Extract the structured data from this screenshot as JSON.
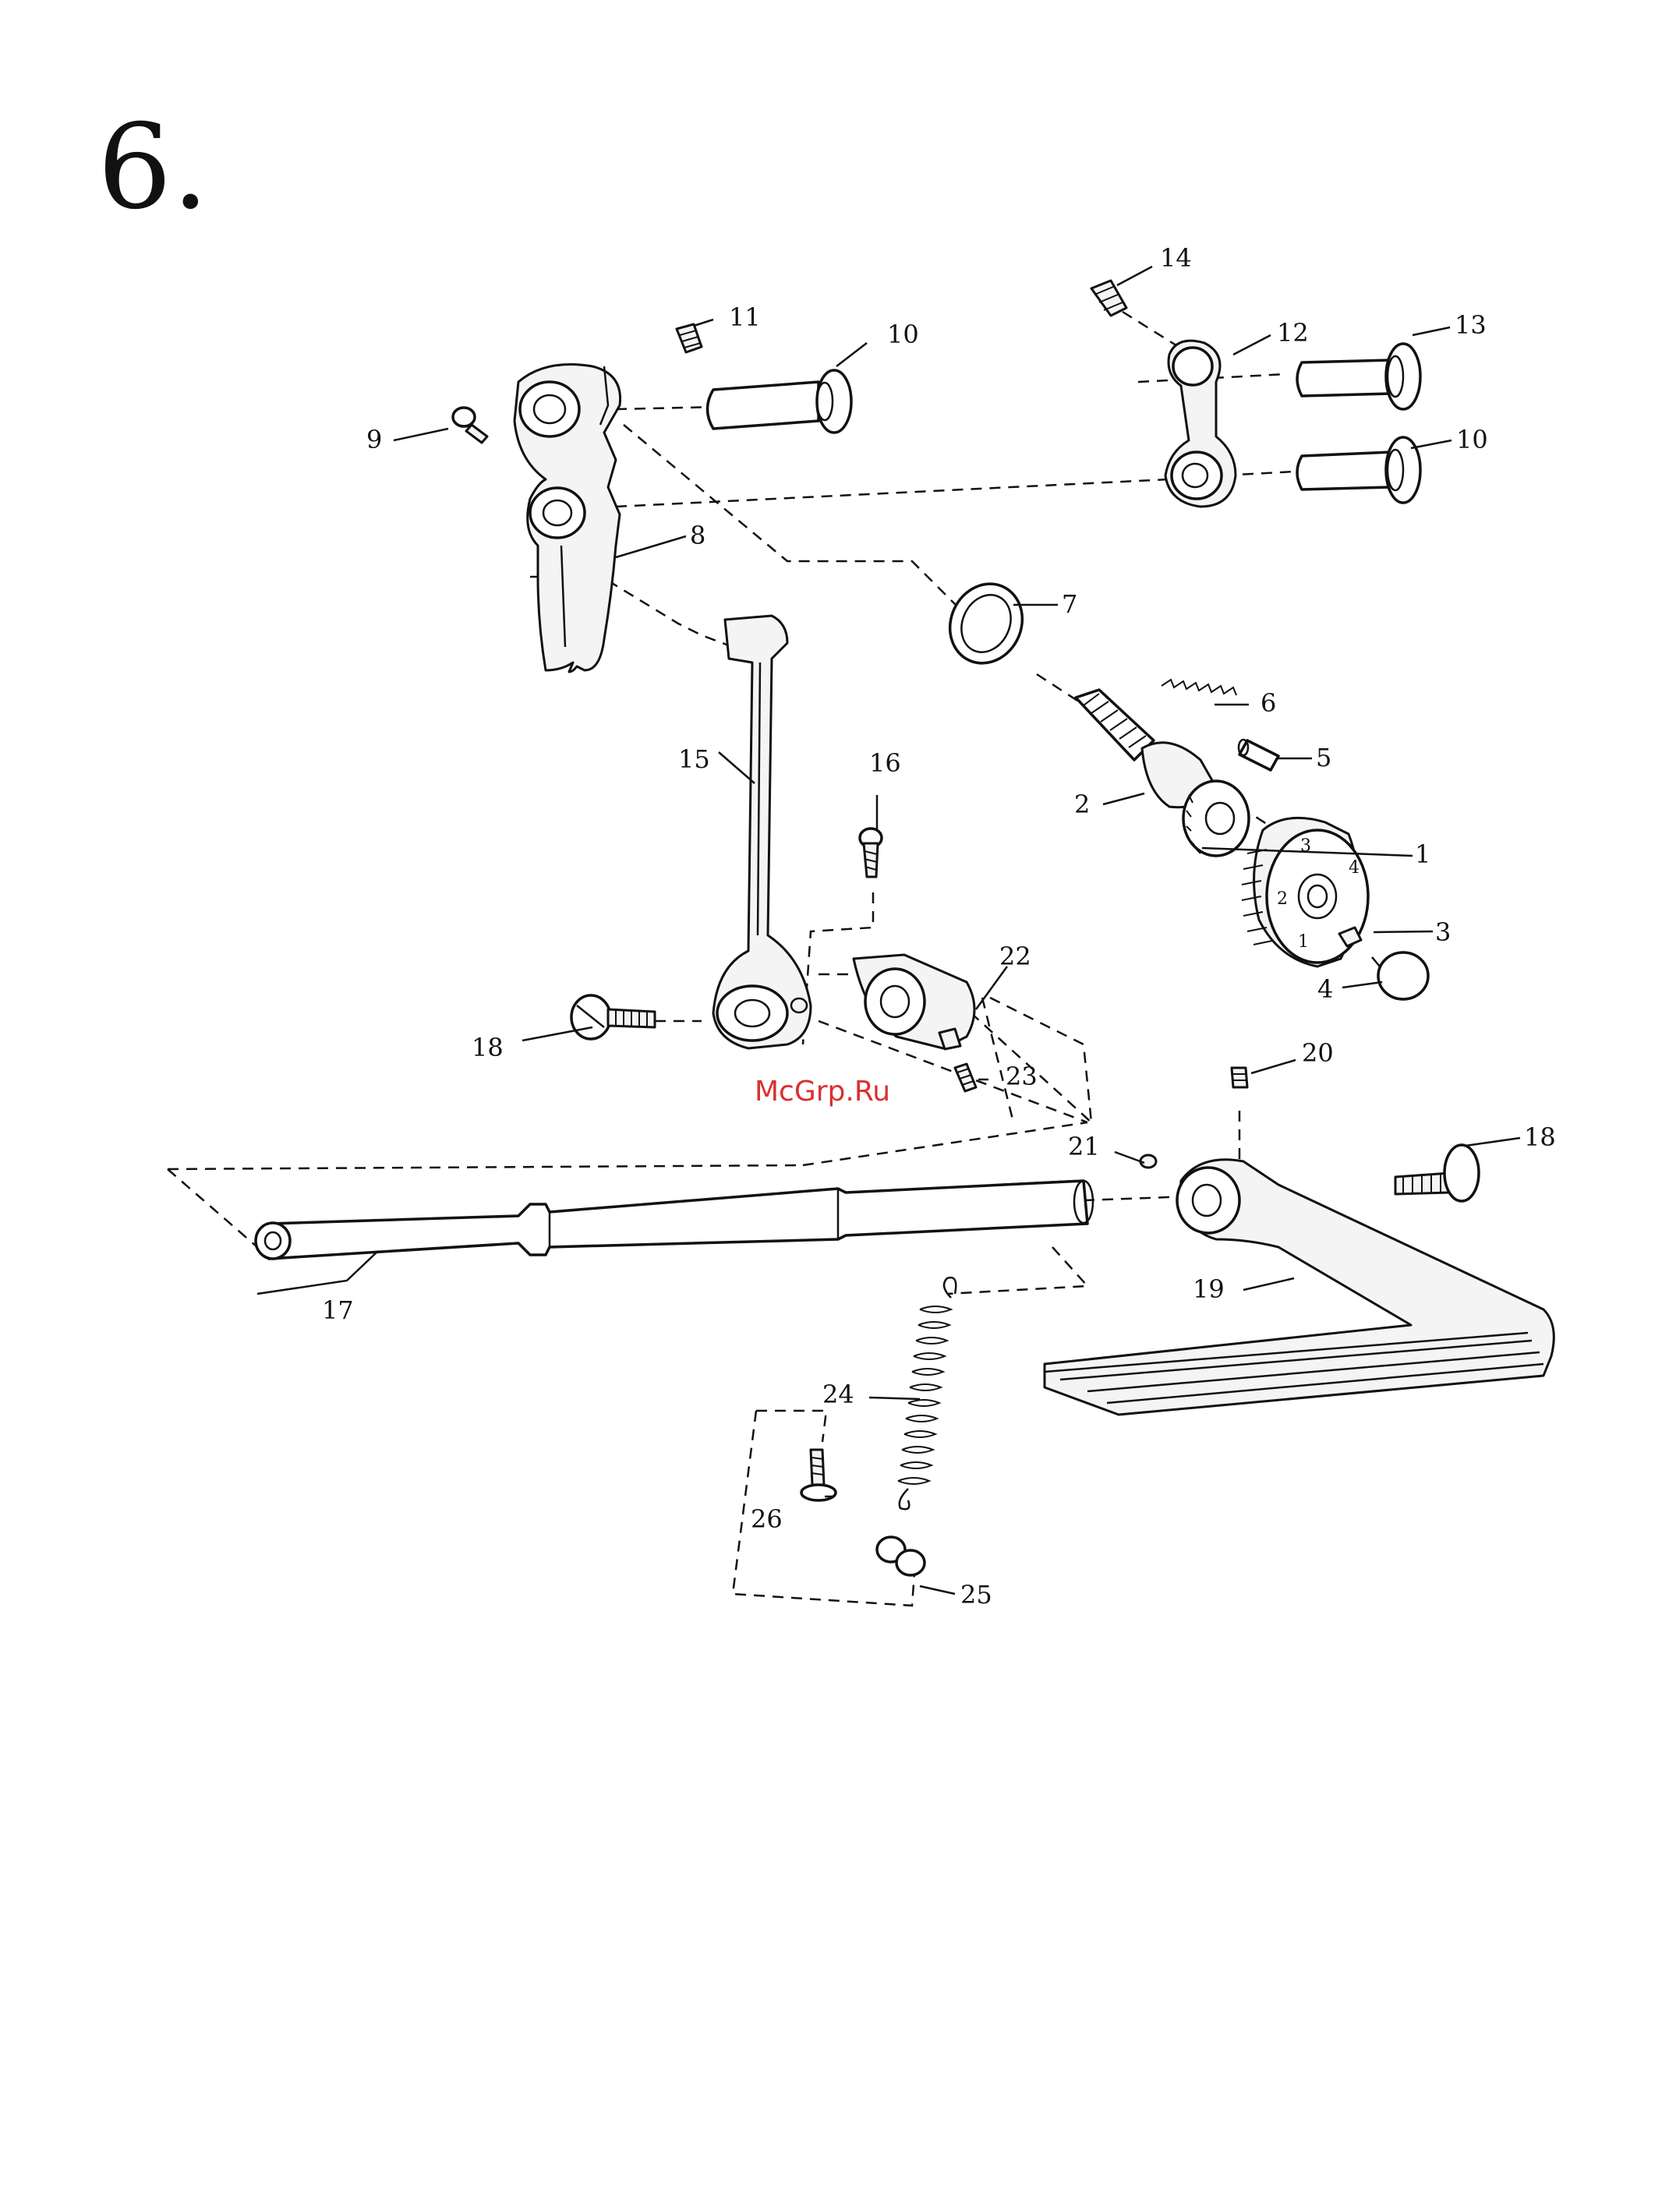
{
  "page": {
    "number": "6."
  },
  "watermark": "McGrp.Ru",
  "callouts": [
    "1",
    "2",
    "3",
    "4",
    "5",
    "6",
    "7",
    "8",
    "9",
    "10",
    "10",
    "11",
    "12",
    "13",
    "14",
    "15",
    "16",
    "17",
    "18",
    "18",
    "19",
    "20",
    "21",
    "22",
    "23",
    "24",
    "25",
    "26"
  ],
  "dial": {
    "digits": [
      "1",
      "2",
      "3",
      "4"
    ]
  }
}
